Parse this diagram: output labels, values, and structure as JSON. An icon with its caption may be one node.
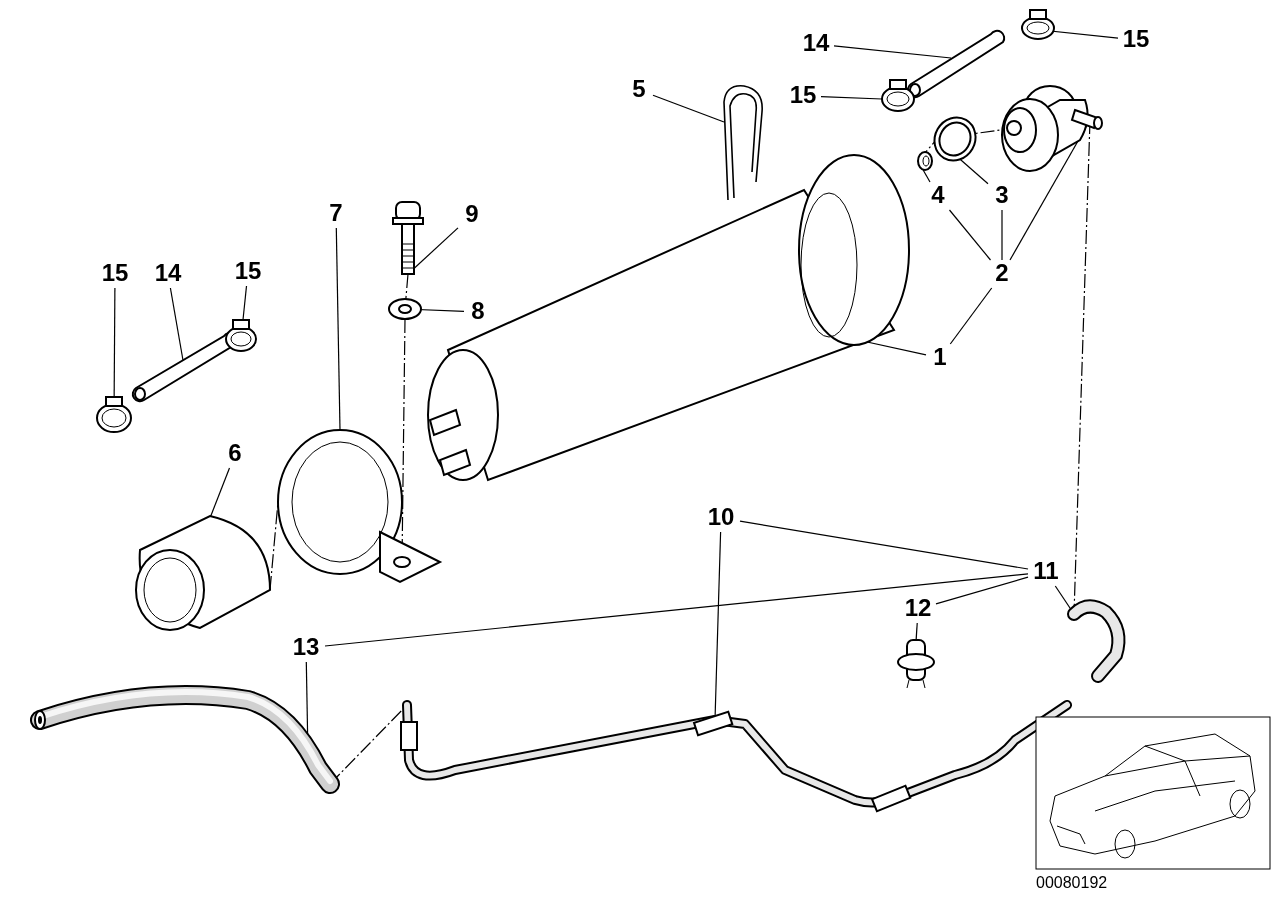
{
  "diagram": {
    "nodes": [
      {
        "text": [
          "15"
        ]
      },
      {
        "text": [
          "14"
        ]
      },
      {
        "text": [],
        "shape": "picture"
      },
      {
        "text": [],
        "shape": "picture"
      },
      {
        "text": [
          "5"
        ]
      },
      {
        "text": [
          "15"
        ]
      },
      {
        "text": [],
        "shape": "picture"
      },
      {
        "text": [],
        "shape": "picture"
      },
      {
        "text": [],
        "shape": "picture"
      },
      {
        "text": [],
        "shape": "picture"
      },
      {
        "text": [
          "7"
        ]
      },
      {
        "text": [
          "9"
        ]
      },
      {
        "text": [],
        "shape": "picture"
      },
      {
        "text": [
          "4"
        ]
      },
      {
        "text": [],
        "shape": "picture"
      },
      {
        "text": [
          "3"
        ]
      },
      {
        "text": [
          "15"
        ]
      },
      {
        "text": [
          "14"
        ]
      },
      {
        "text": [
          "15"
        ]
      },
      {
        "text": [
          "2"
        ]
      },
      {
        "text": [],
        "shape": "picture"
      },
      {
        "text": [
          "8"
        ]
      },
      {
        "text": [],
        "shape": "picture"
      },
      {
        "text": [],
        "shape": "picture"
      },
      {
        "text": [],
        "shape": "picture"
      },
      {
        "text": [
          "1"
        ]
      },
      {
        "text": [],
        "shape": "picture"
      },
      {
        "text": [
          "6"
        ]
      },
      {
        "text": [],
        "shape": "picture"
      },
      {
        "text": [],
        "shape": "picture"
      },
      {
        "text": [
          "10"
        ]
      },
      {
        "text": [
          "11"
        ]
      },
      {
        "text": [
          "12"
        ]
      },
      {
        "text": [],
        "shape": "picture"
      },
      {
        "text": [
          "13"
        ]
      },
      {
        "text": [],
        "shape": "picture"
      },
      {
        "text": [],
        "shape": "picture"
      },
      {
        "text": [],
        "shape": "picture"
      },
      {
        "text": [],
        "shape": "picture"
      }
    ],
    "edges": [
      {
        "from": 0,
        "to": 2,
        "arrow": "none"
      },
      {
        "from": 1,
        "to": 3,
        "arrow": "none"
      },
      {
        "from": 4,
        "to": 7,
        "arrow": "none"
      },
      {
        "from": 5,
        "to": 6,
        "arrow": "none"
      },
      {
        "from": 10,
        "to": 28,
        "arrow": "none"
      },
      {
        "from": 11,
        "to": 12,
        "arrow": "none"
      },
      {
        "from": 13,
        "to": 14,
        "arrow": "none"
      },
      {
        "from": 15,
        "to": 9,
        "arrow": "none"
      },
      {
        "from": 19,
        "to": 13,
        "arrow": "none"
      },
      {
        "from": 19,
        "to": 15,
        "arrow": "none"
      },
      {
        "from": 19,
        "to": 8,
        "arrow": "none"
      },
      {
        "from": 16,
        "to": 24,
        "arrow": "none"
      },
      {
        "from": 17,
        "to": 22,
        "arrow": "none"
      },
      {
        "from": 18,
        "to": 23,
        "arrow": "none"
      },
      {
        "from": 21,
        "to": 20,
        "arrow": "none"
      },
      {
        "from": 25,
        "to": 26,
        "arrow": "none"
      },
      {
        "from": 25,
        "to": 19,
        "arrow": "none"
      },
      {
        "from": 27,
        "to": 29,
        "arrow": "none"
      },
      {
        "from": 30,
        "to": 35,
        "arrow": "none"
      },
      {
        "from": 31,
        "to": 33,
        "arrow": "none"
      },
      {
        "from": 31,
        "to": 32,
        "arrow": "none"
      },
      {
        "from": 31,
        "to": 30,
        "arrow": "none"
      },
      {
        "from": 31,
        "to": 34,
        "arrow": "none"
      },
      {
        "from": 32,
        "to": 36,
        "arrow": "none"
      },
      {
        "from": 34,
        "to": 37,
        "arrow": "none"
      },
      {
        "from": 8,
        "to": 33,
        "arrow": "none",
        "style": "dashed"
      },
      {
        "from": 37,
        "to": 35,
        "arrow": "none",
        "style": "dashed"
      },
      {
        "from": 12,
        "to": 20,
        "arrow": "none",
        "style": "dashed"
      },
      {
        "from": 20,
        "to": 28,
        "arrow": "none",
        "style": "dashed"
      },
      {
        "from": 29,
        "to": 28,
        "arrow": "none",
        "style": "dashed"
      },
      {
        "from": 14,
        "to": 9,
        "arrow": "none",
        "style": "dashed"
      },
      {
        "from": 9,
        "to": 8,
        "arrow": "none",
        "style": "dashed"
      }
    ],
    "labels": [
      "00080192"
    ]
  }
}
